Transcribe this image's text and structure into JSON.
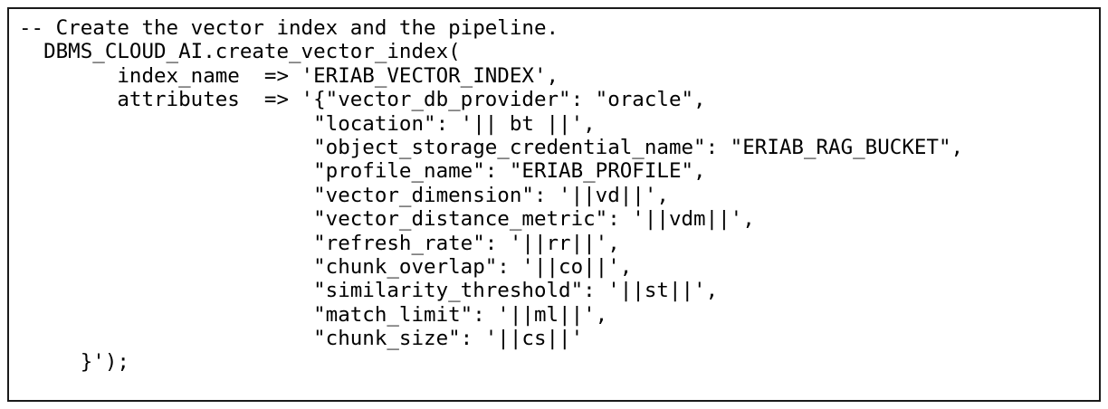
{
  "code": {
    "lines": [
      "-- Create the vector index and the pipeline.",
      "  DBMS_CLOUD_AI.create_vector_index(",
      "        index_name  => 'ERIAB_VECTOR_INDEX',",
      "        attributes  => '{\"vector_db_provider\": \"oracle\",",
      "                        \"location\": '|| bt ||',",
      "                        \"object_storage_credential_name\": \"ERIAB_RAG_BUCKET\",",
      "                        \"profile_name\": \"ERIAB_PROFILE\",",
      "                        \"vector_dimension\": '||vd||',",
      "                        \"vector_distance_metric\": '||vdm||',",
      "                        \"refresh_rate\": '||rr||',",
      "                        \"chunk_overlap\": '||co||',",
      "                        \"similarity_threshold\": '||st||',",
      "                        \"match_limit\": '||ml||',",
      "                        \"chunk_size\": '||cs||'",
      "     }');"
    ]
  }
}
